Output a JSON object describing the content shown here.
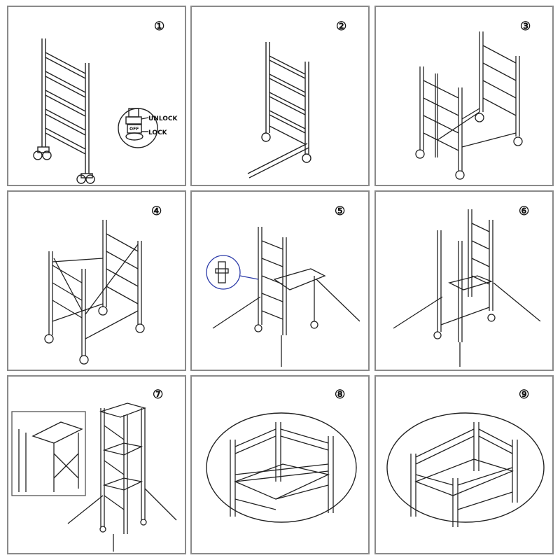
{
  "steps": [
    {
      "number": "①"
    },
    {
      "number": "②"
    },
    {
      "number": "③"
    },
    {
      "number": "④"
    },
    {
      "number": "⑤"
    },
    {
      "number": "⑥"
    },
    {
      "number": "⑦"
    },
    {
      "number": "⑧"
    },
    {
      "number": "⑨"
    }
  ],
  "callouts": {
    "unlock": "UNLOCK",
    "lock": "LOCK",
    "caster_tag": "OFF"
  },
  "colors": {
    "border": "#8a8a8a",
    "line": "#222222",
    "callout_ring": "#2b3aa8"
  }
}
